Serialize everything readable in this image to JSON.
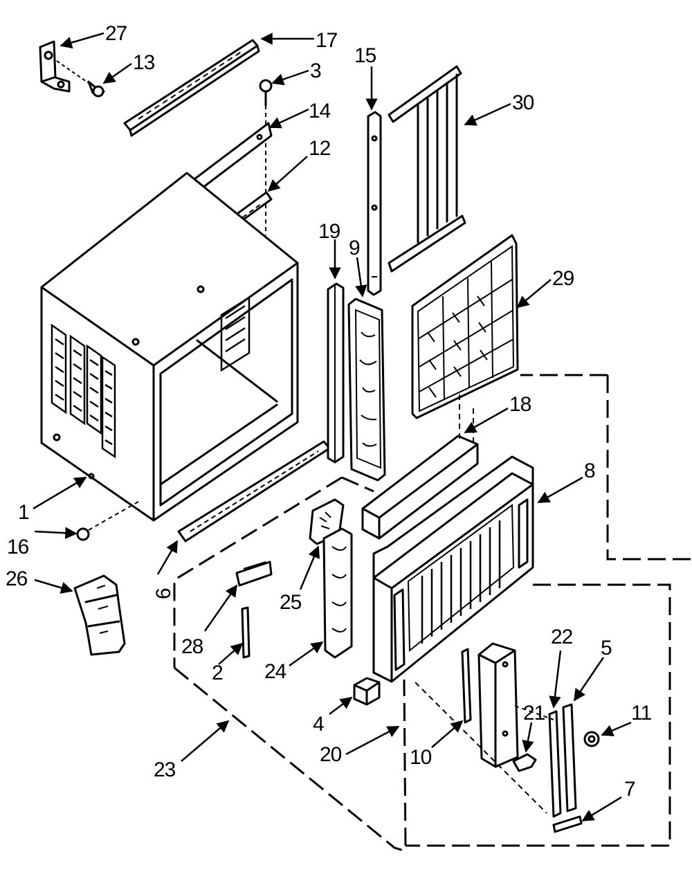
{
  "callouts": [
    {
      "id": "c27",
      "text": "27"
    },
    {
      "id": "c17",
      "text": "17"
    },
    {
      "id": "c13",
      "text": "13"
    },
    {
      "id": "c3",
      "text": "3"
    },
    {
      "id": "c15",
      "text": "15"
    },
    {
      "id": "c14",
      "text": "14"
    },
    {
      "id": "c30",
      "text": "30"
    },
    {
      "id": "c12",
      "text": "12"
    },
    {
      "id": "c19",
      "text": "19"
    },
    {
      "id": "c9",
      "text": "9"
    },
    {
      "id": "c29",
      "text": "29"
    },
    {
      "id": "c18",
      "text": "18"
    },
    {
      "id": "c8",
      "text": "8"
    },
    {
      "id": "c1",
      "text": "1"
    },
    {
      "id": "c16",
      "text": "16"
    },
    {
      "id": "c26",
      "text": "26"
    },
    {
      "id": "c6",
      "text": "6"
    },
    {
      "id": "c25",
      "text": "25"
    },
    {
      "id": "c28",
      "text": "28"
    },
    {
      "id": "c2",
      "text": "2"
    },
    {
      "id": "c24",
      "text": "24"
    },
    {
      "id": "c22",
      "text": "22"
    },
    {
      "id": "c5",
      "text": "5"
    },
    {
      "id": "c11",
      "text": "11"
    },
    {
      "id": "c21",
      "text": "21"
    },
    {
      "id": "c4",
      "text": "4"
    },
    {
      "id": "c10",
      "text": "10"
    },
    {
      "id": "c20",
      "text": "20"
    },
    {
      "id": "c23",
      "text": "23"
    },
    {
      "id": "c7",
      "text": "7"
    }
  ]
}
